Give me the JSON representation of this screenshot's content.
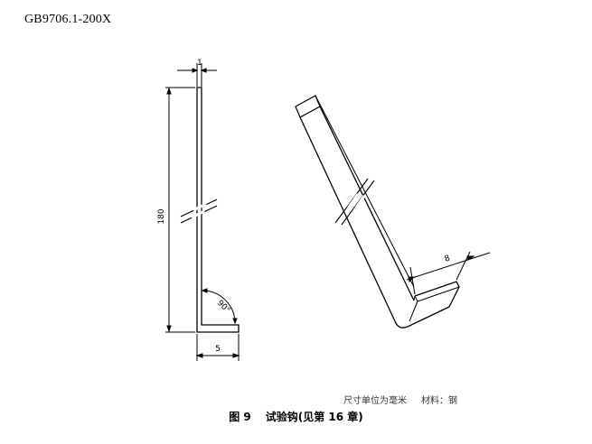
{
  "header": {
    "standard": "GB9706.1-200X"
  },
  "figure": {
    "dimensions": {
      "thickness": "1",
      "height": "180",
      "foot_length": "5",
      "angle": "90°",
      "width": "8"
    },
    "note": {
      "units": "尺寸单位为毫米",
      "material": "材料：钢"
    },
    "caption": {
      "figure_number": "图 9",
      "title": "试验钩(见第 16 章)"
    }
  }
}
